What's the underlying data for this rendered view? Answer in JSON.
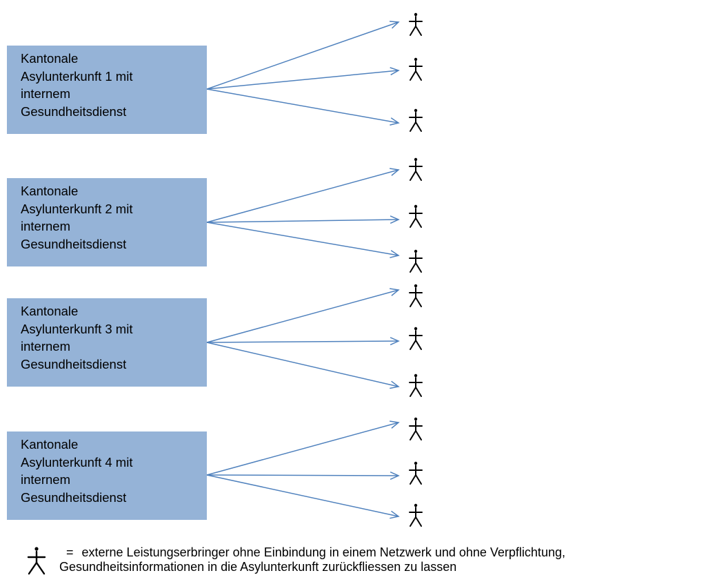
{
  "boxes": [
    {
      "lines": [
        "Kantonale",
        "Asylunterkunft 1 mit",
        "internem",
        "Gesundheitsdienst"
      ]
    },
    {
      "lines": [
        "Kantonale",
        "Asylunterkunft 2 mit",
        "internem",
        "Gesundheitsdienst"
      ]
    },
    {
      "lines": [
        "Kantonale",
        "Asylunterkunft 3 mit",
        "internem",
        "Gesundheitsdienst"
      ]
    },
    {
      "lines": [
        "Kantonale",
        "Asylunterkunft 4 mit",
        "internem",
        "Gesundheitsdienst"
      ]
    }
  ],
  "legend": {
    "equals": "=",
    "line1": "externe Leistungserbringer ohne Einbindung in einem Netzwerk und ohne Verpflichtung,",
    "line2": "Gesundheitsinformationen in die Asylunterkunft zurückfliessen zu lassen"
  },
  "colors": {
    "box_fill": "#95b3d7",
    "arrow": "#4f81bd",
    "person": "#000000"
  },
  "icons": {
    "person": "person-icon",
    "arrow": "arrow-icon"
  }
}
